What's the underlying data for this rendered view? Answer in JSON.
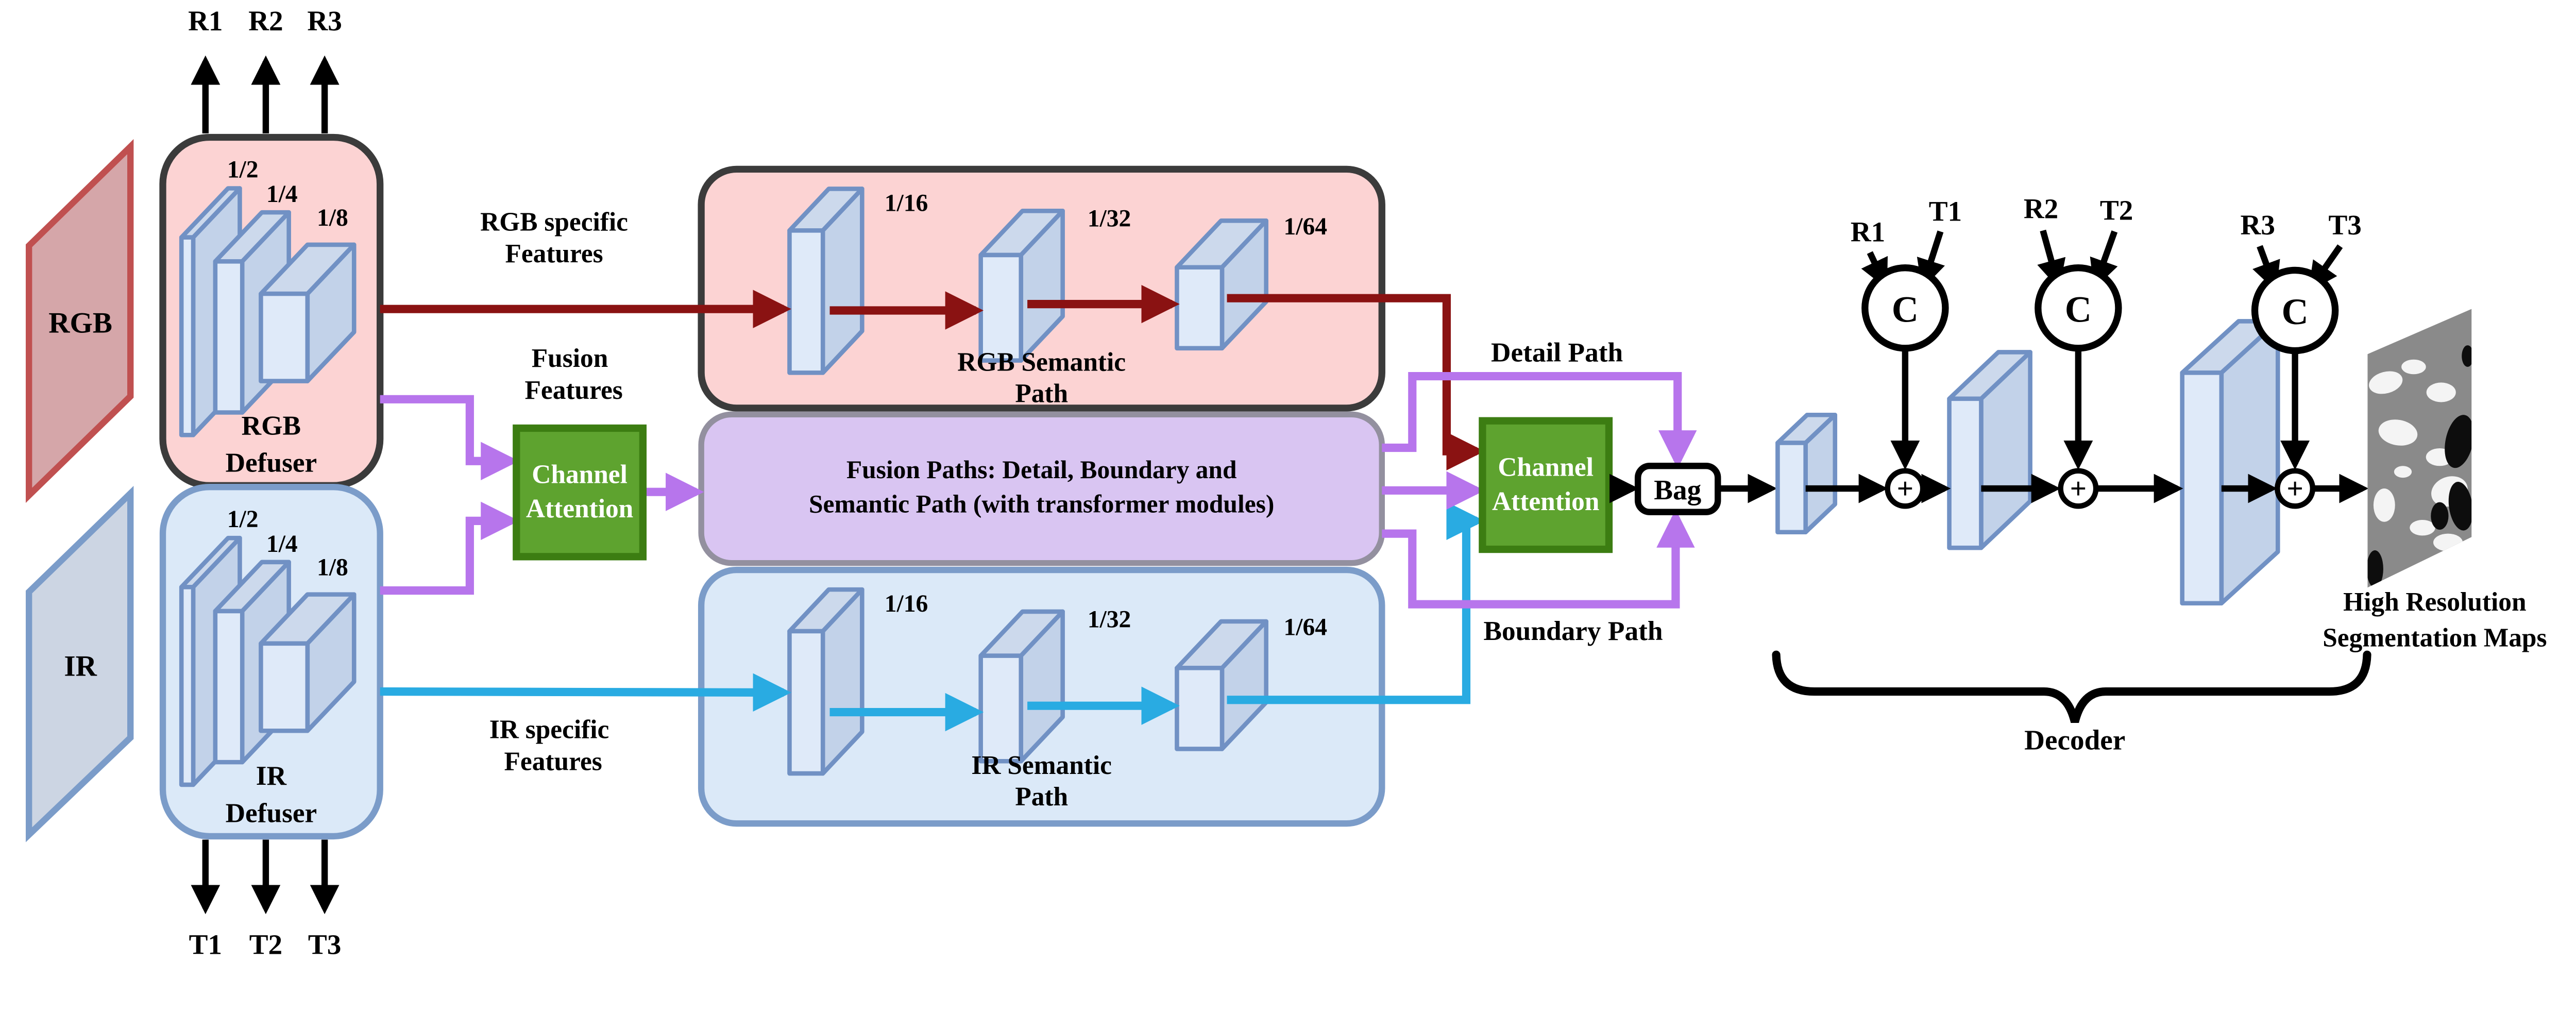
{
  "diagram": {
    "rgb_input_label": "RGB",
    "ir_input_label": "IR",
    "rgb_outputs": [
      "R1",
      "R2",
      "R3"
    ],
    "ir_outputs": [
      "T1",
      "T2",
      "T3"
    ],
    "rgb_defuser": {
      "scales": [
        "1/2",
        "1/4",
        "1/8"
      ],
      "title": [
        "RGB",
        "Defuser"
      ]
    },
    "ir_defuser": {
      "scales": [
        "1/2",
        "1/4",
        "1/8"
      ],
      "title": [
        "IR",
        "Defuser"
      ]
    },
    "rgb_specific": [
      "RGB specific",
      "Features"
    ],
    "fusion_features": [
      "Fusion",
      "Features"
    ],
    "ir_specific": [
      "IR specific",
      "Features"
    ],
    "channel_attention": [
      "Channel",
      "Attention"
    ],
    "rgb_semantic": {
      "scales": [
        "1/16",
        "1/32",
        "1/64"
      ],
      "title": [
        "RGB Semantic",
        "Path"
      ]
    },
    "fusion_box": [
      "Fusion Paths: Detail, Boundary and",
      "Semantic Path (with transformer modules)"
    ],
    "ir_semantic": {
      "scales": [
        "1/16",
        "1/32",
        "1/64"
      ],
      "title": [
        "IR Semantic",
        "Path"
      ]
    },
    "detail_path": "Detail Path",
    "boundary_path": "Boundary Path",
    "bag": "Bag",
    "decoder": {
      "stages": [
        {
          "r": "R1",
          "t": "T1",
          "concat": "C",
          "add": "+"
        },
        {
          "r": "R2",
          "t": "T2",
          "concat": "C",
          "add": "+"
        },
        {
          "r": "R3",
          "t": "T3",
          "concat": "C",
          "add": "+"
        }
      ],
      "label": "Decoder"
    },
    "output_caption": [
      "High Resolution",
      "Segmentation Maps"
    ],
    "colors": {
      "rgb_stream": "#8a1212",
      "ir_stream": "#29abe2",
      "fusion_stream": "#b775ec",
      "attention_fill": "#5ea32f",
      "rgb_box_fill": "#fcd3d3",
      "ir_box_fill": "#dbe9f8",
      "fusion_box_fill": "#d9c5f2",
      "slab_fill": "#dfeaf9",
      "rgb_image_fill": "#d5a6a9",
      "ir_image_fill": "#ccd5e3",
      "seg_map_fill": "#8a8a8a"
    }
  }
}
